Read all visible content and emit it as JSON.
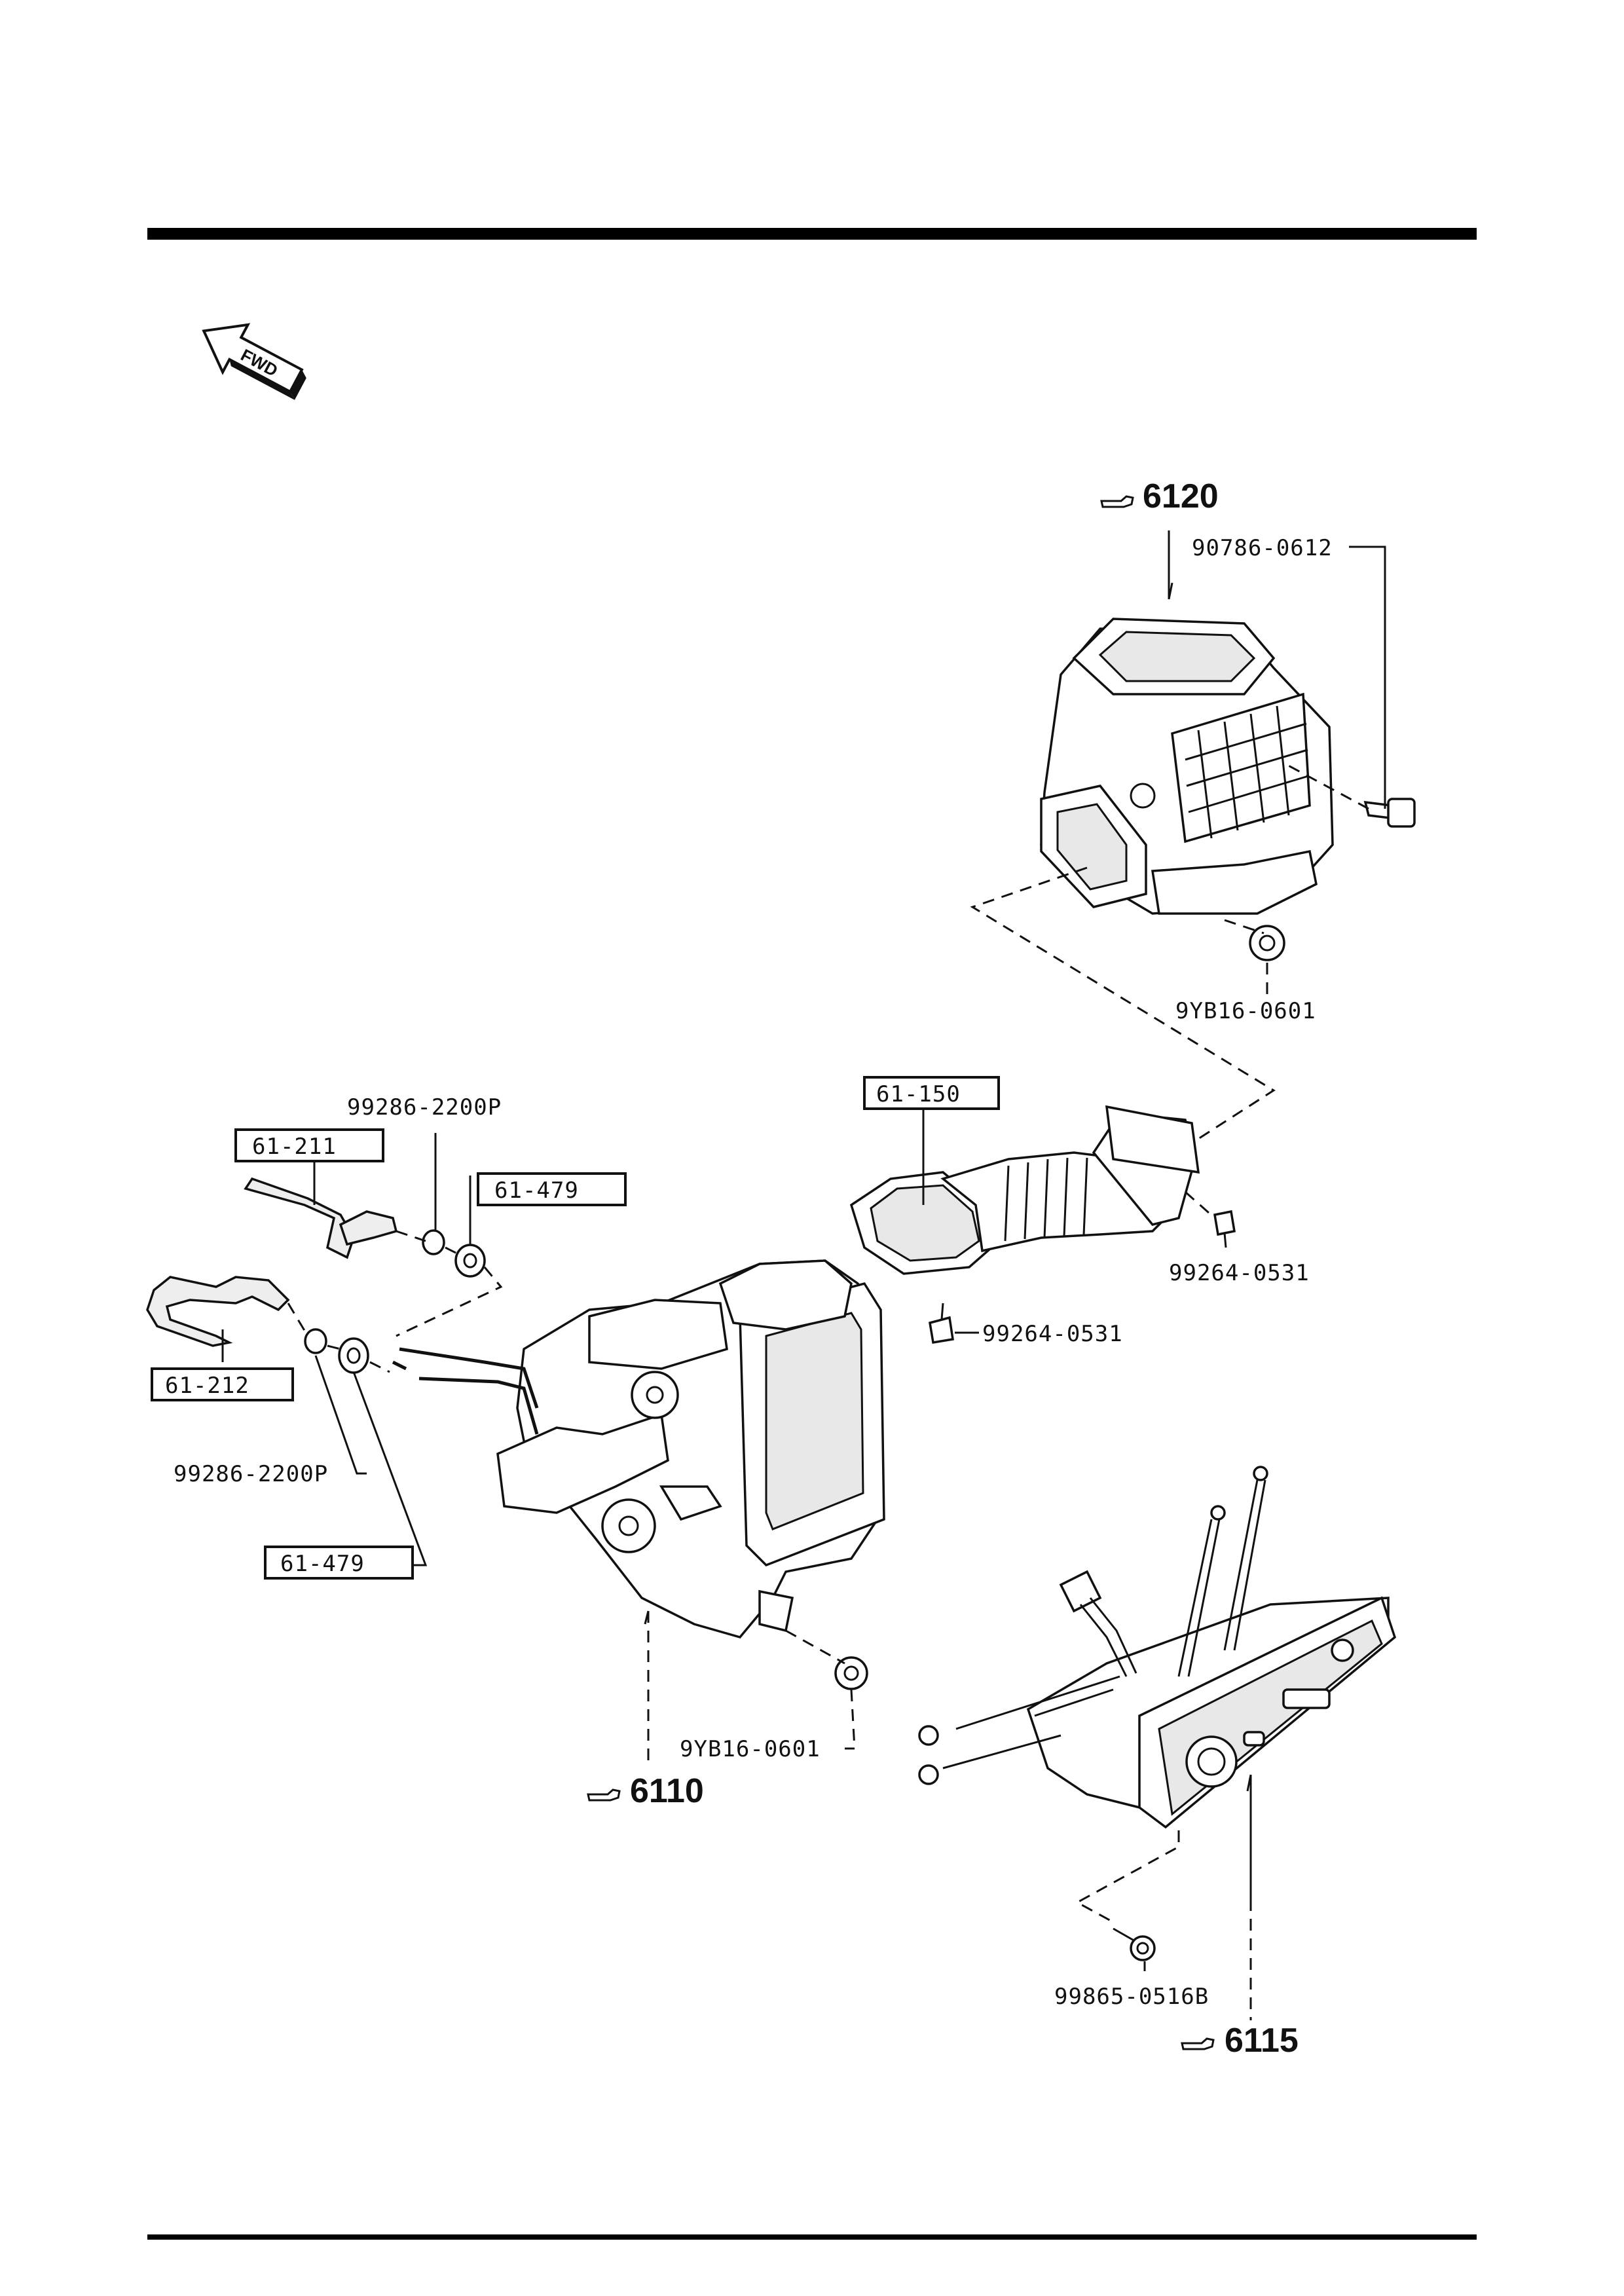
{
  "direction_label": "FWD",
  "refs": {
    "blower": "6120",
    "heater_unit": "6110",
    "control": "6115"
  },
  "part_numbers": {
    "bolt_blower": "90786-0612",
    "nut_blower": "9YB16-0601",
    "duct_box": "61-150",
    "clip_duct_a": "99264-0531",
    "clip_duct_b": "99264-0531",
    "clamp_upper": "99286-2200P",
    "hose_upper": "61-211",
    "grommet_upper": "61-479",
    "hose_lower": "61-212",
    "clamp_lower": "99286-2200P",
    "grommet_lower": "61-479",
    "nut_heater": "9YB16-0601",
    "screw_control": "99865-0516B"
  },
  "colors": {
    "ink": "#111111",
    "paper": "#ffffff"
  },
  "icons": {
    "ref_marker": "pointing-hand-icon",
    "direction": "fwd-arrow-icon"
  }
}
